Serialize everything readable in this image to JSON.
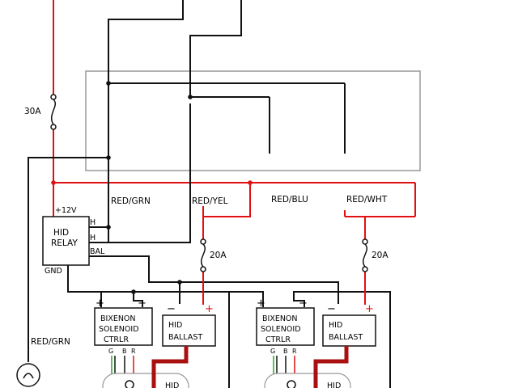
{
  "colors": {
    "red": "#e01010",
    "black": "#111111",
    "gray": "#999999",
    "green": "#22aa22",
    "dark_red": "#aa1010"
  },
  "fuses": {
    "main": "30A",
    "left": "20A",
    "right": "20A"
  },
  "wires": {
    "red_grn": "RED/GRN",
    "red_yel": "RED/YEL",
    "red_blu": "RED/BLU",
    "red_wht": "RED/WHT",
    "red_grn_lamp": "RED/GRN"
  },
  "relay": {
    "line1": "HID",
    "line2": "RELAY",
    "v12": "+12V",
    "h1": "H",
    "h2": "H",
    "bal": "BAL",
    "gnd": "GND"
  },
  "controller": {
    "line1": "BIXENON",
    "line2": "SOLENOID",
    "line3": "CTRLR",
    "pin_g": "G",
    "pin_b": "B",
    "pin_r": "R"
  },
  "ballast": {
    "line1": "HID",
    "line2": "BALLAST"
  },
  "bulb": {
    "label": "HID"
  },
  "signs": {
    "plus": "+",
    "minus": "−"
  }
}
